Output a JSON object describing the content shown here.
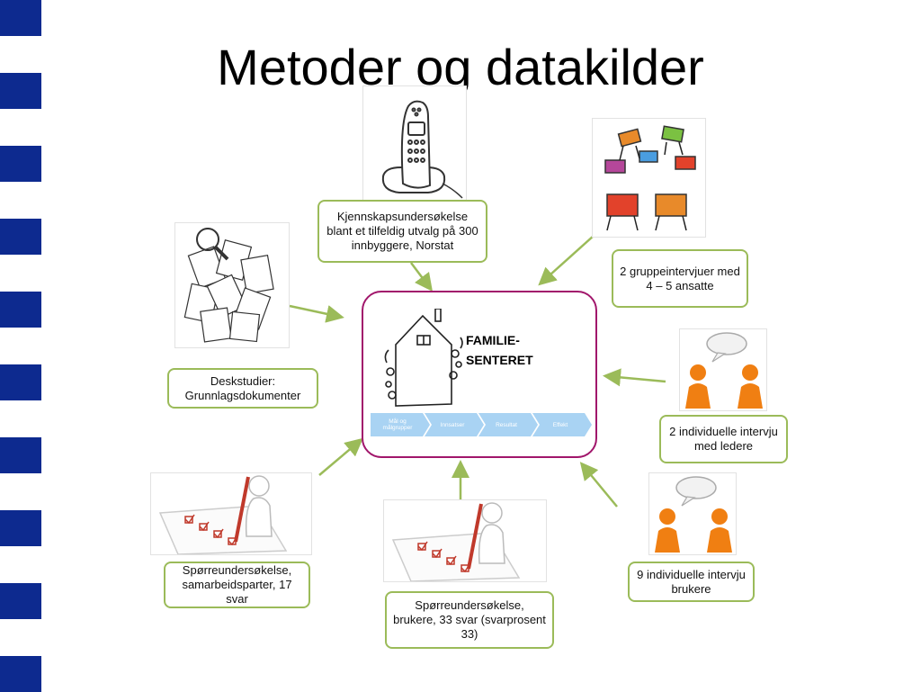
{
  "title": "Metoder og datakilder",
  "colors": {
    "side_squares": "#0d2a8f",
    "box_border": "#9bbb59",
    "arrow": "#9bbb59",
    "center_border": "#a1166b",
    "chevron": "#a9d3f3"
  },
  "center": {
    "name_line1": "FAMILIE-",
    "name_line2": "SENTERET",
    "stages": [
      "Mål og målgrupper",
      "Innsatser",
      "Resultat",
      "Effekt"
    ]
  },
  "sources": {
    "survey_public": "Kjennskapsundersøkelse blant et tilfeldig utvalg på 300 innbyggere, Norstat",
    "group_interviews": "2 gruppeintervjuer med 4 – 5 ansatte",
    "desk_studies": "Deskstudier: Grunnlagsdokumenter",
    "leader_interviews": "2 individuelle intervju med ledere",
    "partner_survey": "Spørreundersøkelse, samarbeidsparter, 17 svar",
    "user_survey": "Spørreundersøkelse, brukere, 33 svar (svarprosent 33)",
    "user_interviews": "9 individuelle intervju brukere"
  },
  "icons": {
    "phone": "phone-icon",
    "chairs": "chairs-circle-icon",
    "papers": "document-pile-icon",
    "house": "house-icon",
    "conversation": "conversation-icon",
    "checklist": "checklist-icon"
  }
}
